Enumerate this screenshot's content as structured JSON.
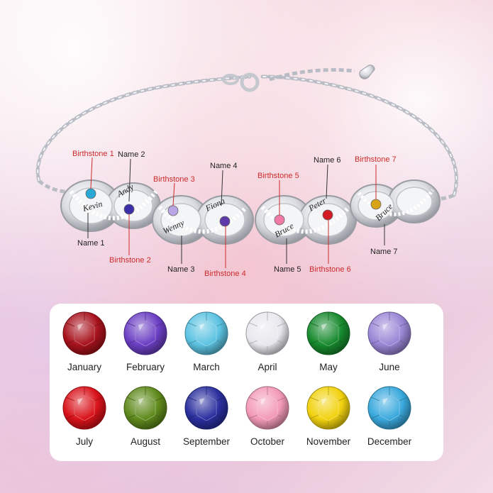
{
  "bracelet": {
    "charms": [
      {
        "engraving": "Kevin",
        "stone_color": "#2aa9d6"
      },
      {
        "engraving": "Andy",
        "stone_color": "#3b2fa8"
      },
      {
        "engraving": "Wenny",
        "stone_color": "#b9a4e6"
      },
      {
        "engraving": "Fiona",
        "stone_color": "#5e3aa8"
      },
      {
        "engraving": "Bruce",
        "stone_color": "#f07aa4"
      },
      {
        "engraving": "Peter",
        "stone_color": "#d21b22"
      },
      {
        "engraving": "Bruce",
        "stone_color": "#d8a416"
      }
    ]
  },
  "labels": {
    "birthstone_1": "Birthstone 1",
    "birthstone_2": "Birthstone 2",
    "birthstone_3": "Birthstone 3",
    "birthstone_4": "Birthstone 4",
    "birthstone_5": "Birthstone 5",
    "birthstone_6": "Birthstone 6",
    "birthstone_7": "Birthstone 7",
    "name_1": "Name 1",
    "name_2": "Name 2",
    "name_3": "Name 3",
    "name_4": "Name 4",
    "name_5": "Name 5",
    "name_6": "Name 6",
    "name_7": "Name 7"
  },
  "birthstones": [
    {
      "month": "January",
      "color": "#a8121c"
    },
    {
      "month": "February",
      "color": "#6b3fc4"
    },
    {
      "month": "March",
      "color": "#5cc3e2"
    },
    {
      "month": "April",
      "color": "#e8e8ee"
    },
    {
      "month": "May",
      "color": "#178a2e"
    },
    {
      "month": "June",
      "color": "#9a86d6"
    },
    {
      "month": "July",
      "color": "#d9121a"
    },
    {
      "month": "August",
      "color": "#5f8a1c"
    },
    {
      "month": "September",
      "color": "#2a2f9e"
    },
    {
      "month": "October",
      "color": "#f39ab8"
    },
    {
      "month": "November",
      "color": "#f2d20f"
    },
    {
      "month": "December",
      "color": "#3aa9dd"
    }
  ]
}
